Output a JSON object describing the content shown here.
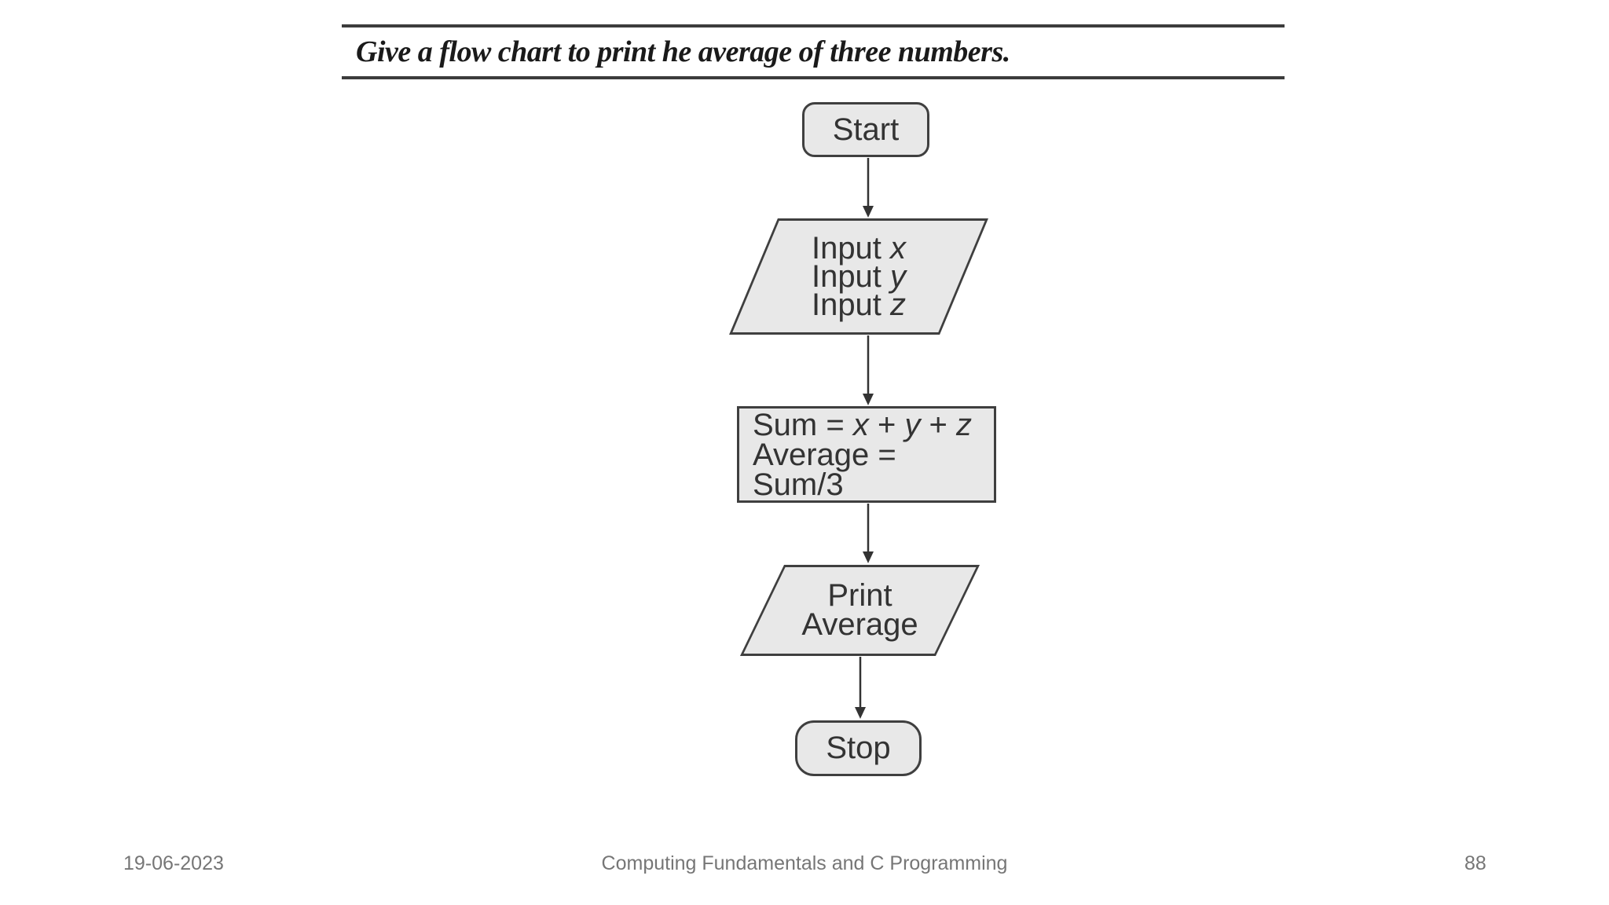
{
  "title": {
    "text": "Give a flow chart to print he average of three numbers."
  },
  "flowchart": {
    "start": {
      "label": "Start"
    },
    "input": {
      "lines": [
        {
          "prefix": "Input ",
          "variable": "x"
        },
        {
          "prefix": "Input ",
          "variable": "y"
        },
        {
          "prefix": "Input ",
          "variable": "z"
        }
      ]
    },
    "process": {
      "line1": {
        "s1": "Sum = ",
        "v1": "x",
        "s2": " + ",
        "v2": "y",
        "s3": " + ",
        "v3": "z"
      },
      "line2": "Average = Sum/3"
    },
    "print": {
      "line1": "Print",
      "line2": "Average"
    },
    "stop": {
      "label": "Stop"
    }
  },
  "footer": {
    "date": "19-06-2023",
    "course": "Computing Fundamentals and C Programming",
    "page": "88"
  },
  "colors": {
    "shape_fill": "#e8e8e8",
    "shape_border": "#3f3f3f",
    "shape_text": "#333333",
    "arrow": "#333333",
    "title_text": "#1a1a1a",
    "title_rule": "#3c3c3c",
    "footer_text": "#767676"
  }
}
